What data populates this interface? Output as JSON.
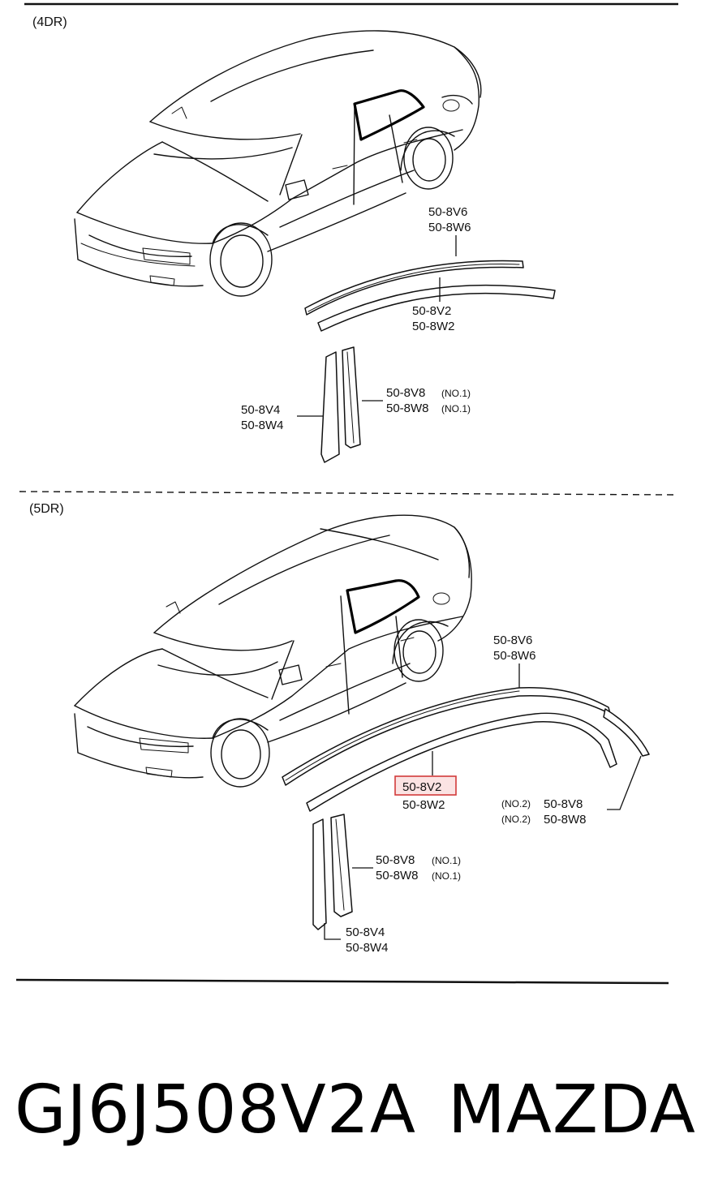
{
  "sections": {
    "top_label": "(4DR)",
    "bottom_label": "(5DR)"
  },
  "labels_4dr": {
    "v6": "50-8V6",
    "w6": "50-8W6",
    "v2": "50-8V2",
    "w2": "50-8W2",
    "v4": "50-8V4",
    "w4": "50-8W4",
    "v8": "50-8V8",
    "w8": "50-8W8",
    "no1_a": "(NO.1)",
    "no1_b": "(NO.1)"
  },
  "labels_5dr": {
    "v6": "50-8V6",
    "w6": "50-8W6",
    "v2_highlighted": "50-8V2",
    "w2": "50-8W2",
    "no2_a": "(NO.2)",
    "no2_b": "(NO.2)",
    "v8_no2": "50-8V8",
    "w8_no2": "50-8W8",
    "v8": "50-8V8",
    "w8": "50-8W8",
    "no1_a": "(NO.1)",
    "no1_b": "(NO.1)",
    "v4": "50-8V4",
    "w4": "50-8W4"
  },
  "footer": {
    "part_number": "GJ6J508V2A",
    "brand": "MAZDA"
  },
  "colors": {
    "ink": "#111111",
    "highlight_border": "#d23a3a",
    "highlight_fill": "#fbe3e3"
  }
}
